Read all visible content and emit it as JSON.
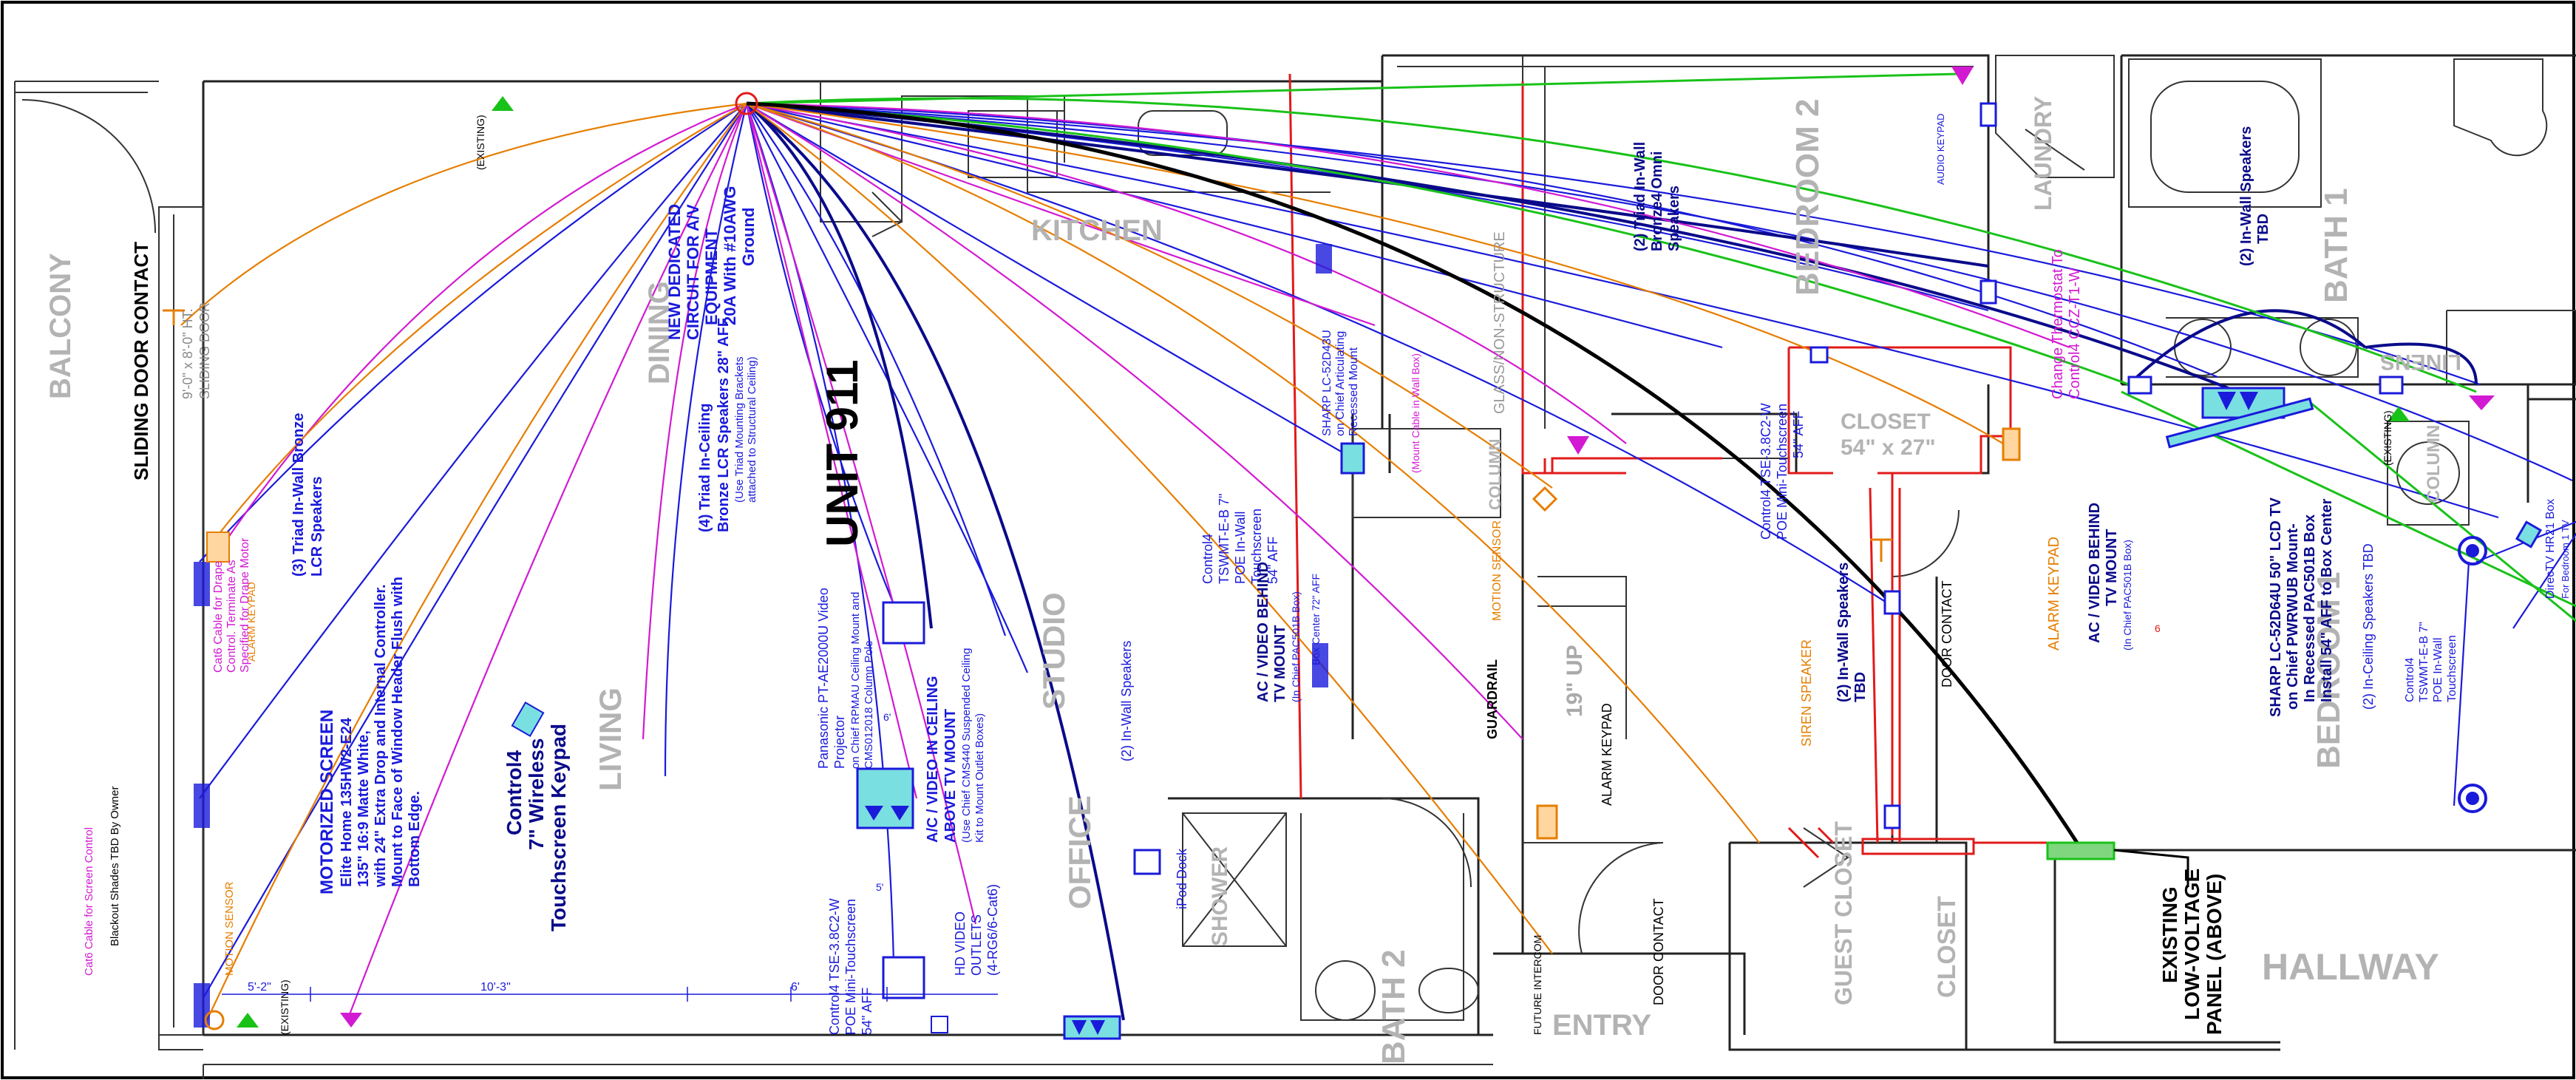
{
  "rooms": {
    "balcony": "BALCONY",
    "dining": "DINING",
    "kitchen": "KITCHEN",
    "living": "LIVING",
    "studio": "STUDIO",
    "office": "OFFICE",
    "bath2": "BATH 2",
    "shower": "SHOWER",
    "entry": "ENTRY",
    "bedroom2": "BEDROOM 2",
    "laundry": "LAUNDRY",
    "bath1": "BATH 1",
    "linens": "LINENS",
    "bedroom1": "BEDROOM 1",
    "closet": "CLOSET",
    "closet_size": "54\" x 27\"",
    "guest_closet": "GUEST CLOSET",
    "closet2": "CLOSET",
    "hallway": "HALLWAY",
    "column": "COLUMN",
    "column2": "COLUMN",
    "unit": "UNIT 911"
  },
  "notes": {
    "sliding_door_contact": "SLIDING DOOR CONTACT",
    "sliding_door_dim": "9'-0\" x 8'-0\" HT.",
    "sliding_door_label": "SLIDING DOOR",
    "existing_1": "(EXISTING)",
    "existing_2": "(EXISTING)",
    "existing_3": "(EXISTING)",
    "triad_lcr_1": "(3) Triad In-Wall Bronze",
    "triad_lcr_2": "LCR Speakers",
    "dedicated_1": "NEW DEDICATED",
    "dedicated_2": "CIRCUIT FOR A/V",
    "dedicated_3": "EQUIPMENT",
    "dedicated_4": "20A With #10AWG",
    "dedicated_5": "Ground",
    "triad_ceiling_1": "(4) Triad In-Ceiling",
    "triad_ceiling_2": "Bronze LCR Speakers 28\" AFF",
    "triad_ceiling_3": "(Use Triad Mounting Brackets",
    "triad_ceiling_4": "attached to Structural Ceiling)",
    "cat6_drape_1": "Cat6 Cable for Drape",
    "cat6_drape_2": "Control. Terminate As",
    "cat6_drape_3": "Specified for Drape Motor",
    "alarm_keypad_small": "ALARM KEYPAD",
    "motion_sensor_left": "MOTION SENSOR",
    "cat6_screen": "Cat6 Cable for Screen Control",
    "blackout": "Blackout Shades TBD By Owner",
    "motor_screen_1": "MOTORIZED SCREEN",
    "motor_screen_2": "Elite Home 135HW2-E24",
    "motor_screen_3": "135\" 16:9 Matte White,",
    "motor_screen_4": "with 24\" Extra Drop and Internal Controller.",
    "motor_screen_5": "Mount to Face of Window Header Flush with",
    "motor_screen_6": "Bottom Edge.",
    "control4_1": "Control4",
    "control4_2": "7\" Wireless",
    "control4_3": "Touchscreen Keypad",
    "projector_1": "Panasonic PT-AE2000U Video",
    "projector_2": "Projector",
    "projector_3": "on Chief RPMAU Ceiling Mount and",
    "projector_4": "CMS012018 Column Pole",
    "av_ceiling_1": "A/C / VIDEO IN CEILING",
    "av_ceiling_2": "ABOVE TV MOUNT",
    "av_ceiling_3": "(Use Chief CMS440 Suspended Ceiling",
    "av_ceiling_4": "Kit to Mount Outlet Boxes)",
    "hd_outlets_1": "HD VIDEO",
    "hd_outlets_2": "OUTLETS",
    "hd_outlets_3": "(4-RG6/6-Cat6)",
    "tse_left_1": "Control4 TSE-3.8C2-W",
    "tse_left_2": "POE Mini-Touchscreen",
    "tse_left_3": "54\" AFF",
    "inwall_studio": "(2) In-Wall Speakers",
    "ipod_dock": "iPod Dock",
    "tsm_1": "Control4",
    "tsm_2": "TSWMT-E-B 7\"",
    "tsm_3": "POE In-Wall",
    "tsm_4": "Touchscreen",
    "tsm_5": "54\" AFF",
    "av_tv_1": "AC / VIDEO BEHIND",
    "av_tv_2": "TV MOUNT",
    "av_tv_3": "(In Chief PAC501B Box)",
    "sharp_small_1": "SHARP LC-52D43U",
    "sharp_small_2": "on Chief Articulating",
    "sharp_small_3": "Recessed Mount",
    "glass_col": "GLASS/NON-STRUCTURE",
    "mount_box": "(Mount Cable in Wall Box)",
    "box_center": "Box Center 72\" AFF",
    "motion_sensor_mid": "MOTION SENSOR",
    "guardrail": "GUARDRAIL",
    "up": "19\" UP",
    "alarm_keypad_mid": "ALARM KEYPAD",
    "future_intercom": "FUTURE INTERCOM",
    "door_contact_entry": "DOOR CONTACT",
    "triad_omni_1": "(2) Triad In-Wall",
    "triad_omni_2": "Bronze4 Omni",
    "triad_omni_3": "Speakers",
    "audio_keypad": "AUDIO KEYPAD",
    "tse_mid_1": "Control4 TSE-3.8C2-W",
    "tse_mid_2": "POE Mini-Touchscreen",
    "tse_mid_3": "54\" AFF",
    "inwall_tbd_1": "(2) In-Wall Speakers",
    "inwall_tbd_2": "TBD",
    "siren": "SIREN SPEAKER",
    "door_contact_mid": "DOOR CONTACT",
    "change_thermostat_1": "Change Thermostat To",
    "change_thermostat_2": "Control4 CCZ-T1-W",
    "alarm_keypad_right": "ALARM KEYPAD",
    "av_tv_right_1": "AC / VIDEO BEHIND",
    "av_tv_right_2": "TV MOUNT",
    "av_tv_right_3": "(In Chief PAC501B Box)",
    "inwall_bath_1": "(2) In-Wall Speakers",
    "inwall_bath_2": "TBD",
    "sharp_1": "SHARP LC-52D64U 50\" LCD TV",
    "sharp_2": "on Chief PWRWUB Mount-",
    "sharp_3": "In Recessed PAC501B Box",
    "sharp_4": "Install 54\" AFF to Box Center",
    "inceiling_tbd": "(2) In-Ceiling Speakers TBD",
    "tsm_right_1": "Control4",
    "tsm_right_2": "TSWMT-E-B 7\"",
    "tsm_right_3": "POE In-Wall",
    "tsm_right_4": "Touchscreen",
    "directv_1": "DirecTV HR21 Box",
    "directv_2": "For Bedroom 1 TV",
    "existing_panel_1": "EXISTING",
    "existing_panel_2": "LOW-VOLTAGE",
    "existing_panel_3": "PANEL (ABOVE)",
    "dim_1": "5'-2\"",
    "dim_2": "10'-3\"",
    "dim_3": "6'",
    "dim_4": "5'",
    "dim_5": "6'",
    "number_6": "6"
  },
  "colors": {
    "blue": "#1a1adb",
    "navy": "#0a0a8a",
    "magenta": "#d21ad2",
    "orange": "#e67e00",
    "green": "#19c219",
    "red": "#e21a1a",
    "room_label": "#b3b3b3"
  }
}
